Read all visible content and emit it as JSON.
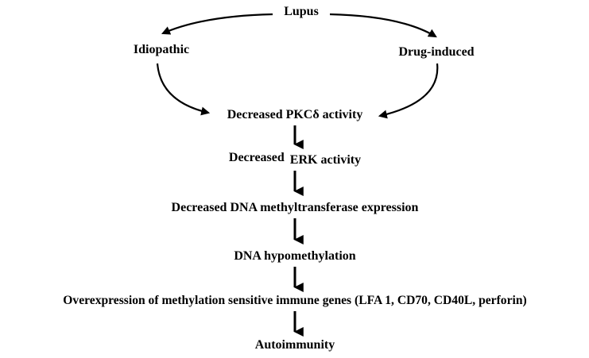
{
  "diagram": {
    "nodes": {
      "lupus": "Lupus",
      "idiopathic": "Idiopathic",
      "drug_induced": "Drug-induced",
      "pkc": "Decreased PKCδ activity",
      "erk_prefix": "Decreased",
      "erk_suffix": "ERK activity",
      "dnmt": "Decreased DNA methyltransferase expression",
      "hypo": "DNA hypomethylation",
      "overexpression": "Overexpression of methylation sensitive immune genes (LFA 1, CD70, CD40L, perforin)",
      "auto": "Autoimmunity"
    },
    "colors": {
      "ink": "#000000",
      "background": "#ffffff"
    }
  }
}
